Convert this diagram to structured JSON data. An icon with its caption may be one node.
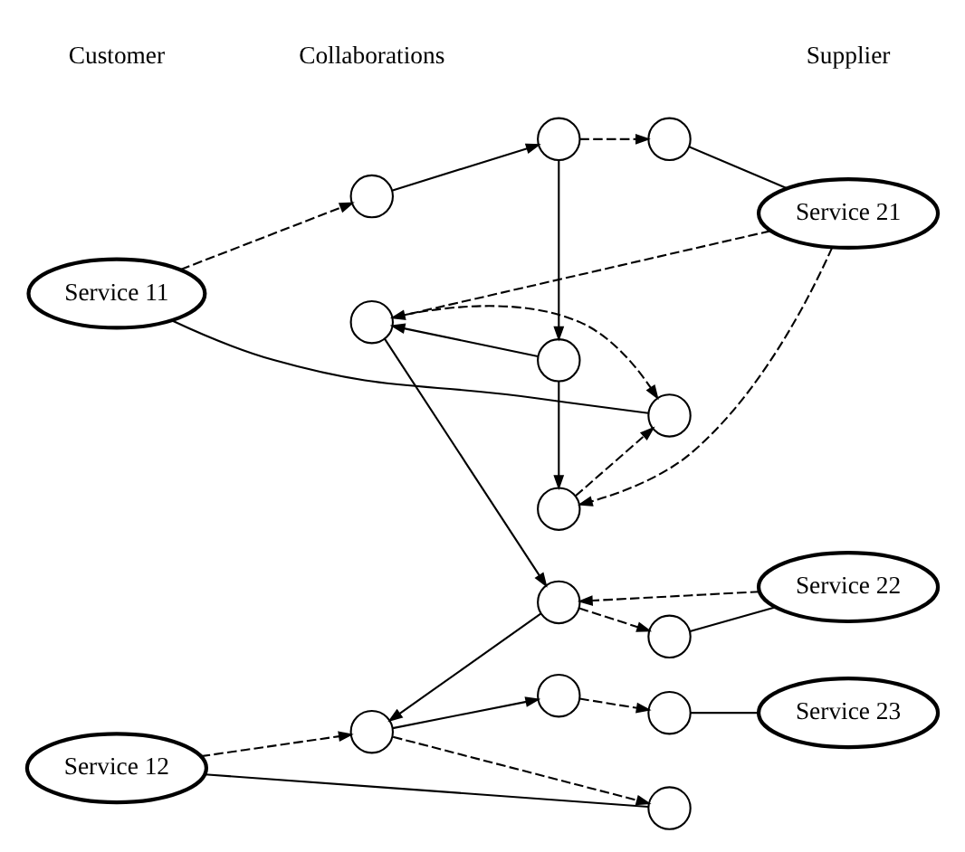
{
  "diagram": {
    "nodes": [
      {
        "text": [
          "Service 11"
        ]
      },
      {
        "text": [
          "Service 12"
        ]
      },
      {
        "text": [
          "Service 21"
        ]
      },
      {
        "text": [
          "Service 22"
        ]
      },
      {
        "text": [
          "Service 23"
        ]
      },
      {
        "text": [],
        "shape": "circle"
      },
      {
        "text": [],
        "shape": "circle"
      },
      {
        "text": [],
        "shape": "circle"
      },
      {
        "text": [],
        "shape": "circle"
      },
      {
        "text": [],
        "shape": "circle"
      },
      {
        "text": [],
        "shape": "circle"
      },
      {
        "text": [],
        "shape": "circle"
      },
      {
        "text": [],
        "shape": "circle"
      },
      {
        "text": [],
        "shape": "circle"
      },
      {
        "text": [],
        "shape": "circle"
      },
      {
        "text": [],
        "shape": "circle"
      },
      {
        "text": [],
        "shape": "circle"
      },
      {
        "text": [],
        "shape": "circle"
      }
    ],
    "edges": [
      {
        "from": 0,
        "to": 7,
        "arrow": "to",
        "style": "dashed"
      },
      {
        "from": 0,
        "to": 5,
        "arrow": "none"
      },
      {
        "from": 7,
        "to": 8,
        "arrow": "to"
      },
      {
        "from": 8,
        "to": 15,
        "arrow": "to",
        "style": "dashed"
      },
      {
        "from": 15,
        "to": 2,
        "arrow": "none"
      },
      {
        "from": 8,
        "to": 9,
        "arrow": "to"
      },
      {
        "from": 9,
        "to": 11,
        "arrow": "to"
      },
      {
        "from": 9,
        "to": 10,
        "arrow": "to"
      },
      {
        "from": 2,
        "to": 10,
        "arrow": "to",
        "style": "dashed"
      },
      {
        "from": 2,
        "to": 11,
        "arrow": "to",
        "style": "dashed"
      },
      {
        "from": 11,
        "to": 5,
        "arrow": "to",
        "style": "dashed"
      },
      {
        "from": 10,
        "to": 5,
        "arrow": "to",
        "style": "dashed"
      },
      {
        "from": 10,
        "to": 12,
        "arrow": "to"
      },
      {
        "from": 12,
        "to": 16,
        "arrow": "to",
        "style": "dashed"
      },
      {
        "from": 16,
        "to": 3,
        "arrow": "none"
      },
      {
        "from": 3,
        "to": 12,
        "arrow": "to",
        "style": "dashed"
      },
      {
        "from": 12,
        "to": 13,
        "arrow": "to"
      },
      {
        "from": 13,
        "to": 6,
        "arrow": "to",
        "style": "dashed"
      },
      {
        "from": 6,
        "to": 1,
        "arrow": "none"
      },
      {
        "from": 1,
        "to": 13,
        "arrow": "to",
        "style": "dashed"
      },
      {
        "from": 13,
        "to": 14,
        "arrow": "to"
      },
      {
        "from": 14,
        "to": 17,
        "arrow": "to",
        "style": "dashed"
      },
      {
        "from": 17,
        "to": 4,
        "arrow": "none"
      }
    ],
    "labels": [
      "Customer",
      "Collaborations",
      "Supplier"
    ]
  }
}
